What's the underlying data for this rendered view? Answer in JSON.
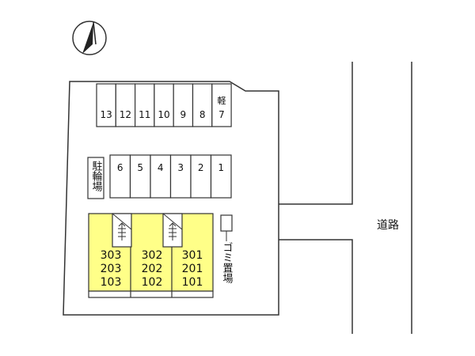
{
  "compass": {
    "symbol": "north-arrow"
  },
  "parking_top": [
    "13",
    "12",
    "11",
    "10",
    "9",
    "8",
    "7"
  ],
  "parking_top_kei_label": "軽",
  "parking_mid": [
    "6",
    "5",
    "4",
    "3",
    "2",
    "1"
  ],
  "bicycle_parking_label": "駐輪場",
  "units": [
    {
      "top": "303",
      "mid": "203",
      "bottom": "103"
    },
    {
      "top": "302",
      "mid": "202",
      "bottom": "102"
    },
    {
      "top": "301",
      "mid": "201",
      "bottom": "101"
    }
  ],
  "garbage_label": "ゴミ置場",
  "road_label": "道路",
  "colors": {
    "building": "#ffff88",
    "outline": "#333333",
    "background": "#ffffff"
  }
}
